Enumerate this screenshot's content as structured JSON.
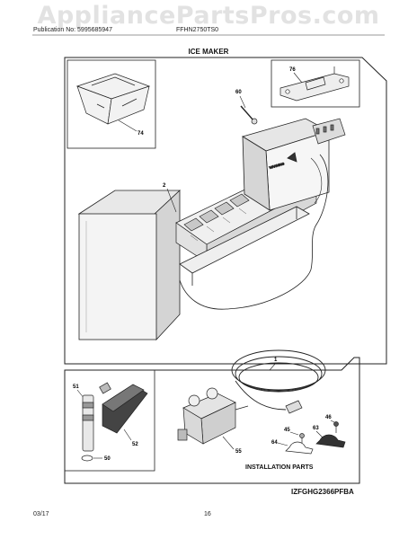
{
  "watermark": "AppliancePartsPros.com",
  "header": {
    "publication": "Publication No: 5995685947",
    "model": "FFHN2750TS0",
    "title": "ICE MAKER"
  },
  "callouts": {
    "p74": "74",
    "p76": "76",
    "p60": "60",
    "p2": "2",
    "p1": "1",
    "p51": "51",
    "p52": "52",
    "p50": "50",
    "p55": "55",
    "p45": "45",
    "p46": "46",
    "p63": "63",
    "p64": "64"
  },
  "installation_label": "INSTALLATION PARTS",
  "diagram_code": "IZFGHG2366PFBA",
  "footer": {
    "date": "03/17",
    "page": "16"
  }
}
